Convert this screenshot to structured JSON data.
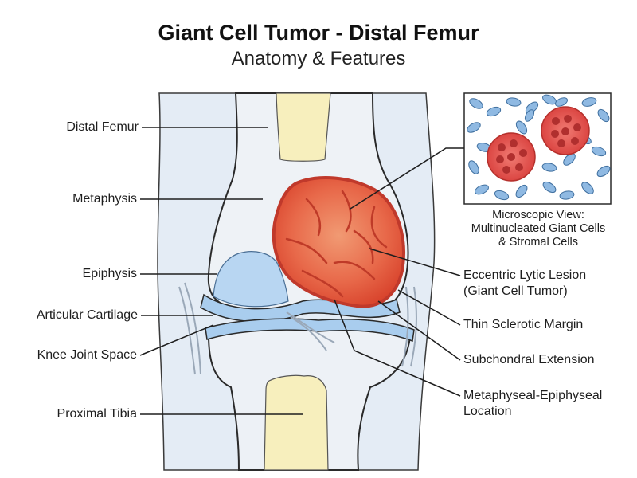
{
  "header": {
    "title": "Giant Cell Tumor - Distal Femur",
    "subtitle": "Anatomy & Features"
  },
  "labels_left": [
    {
      "key": "distal_femur",
      "text": "Distal Femur"
    },
    {
      "key": "metaphysis",
      "text": "Metaphysis"
    },
    {
      "key": "epiphysis",
      "text": "Epiphysis"
    },
    {
      "key": "articular_cartilage",
      "text": "Articular Cartilage"
    },
    {
      "key": "knee_joint_space",
      "text": "Knee Joint Space"
    },
    {
      "key": "proximal_tibia",
      "text": "Proximal Tibia"
    }
  ],
  "labels_right": [
    {
      "key": "eccentric_lesion",
      "lines": [
        "Eccentric Lytic Lesion",
        "(Giant Cell Tumor)"
      ]
    },
    {
      "key": "sclerotic_margin",
      "lines": [
        "Thin Sclerotic Margin"
      ]
    },
    {
      "key": "subchondral_extension",
      "lines": [
        "Subchondral Extension"
      ]
    },
    {
      "key": "location",
      "lines": [
        "Metaphyseal-Epiphyseal",
        "Location"
      ]
    }
  ],
  "microscopic": {
    "lines": [
      "Microscopic View:",
      "Multinucleated Giant Cells",
      "& Stromal Cells"
    ]
  },
  "colors": {
    "outline": "#2a2a2a",
    "soft_tissue": "#e4ecf5",
    "bone": "#eef2f6",
    "marrow": "#f7efbd",
    "cartilage": "#a9cdee",
    "tumor_fill": "#e4553b",
    "tumor_light": "#ee8667",
    "stromal_cell": "#8fb9e2",
    "giant_cell": "#e0504a"
  }
}
